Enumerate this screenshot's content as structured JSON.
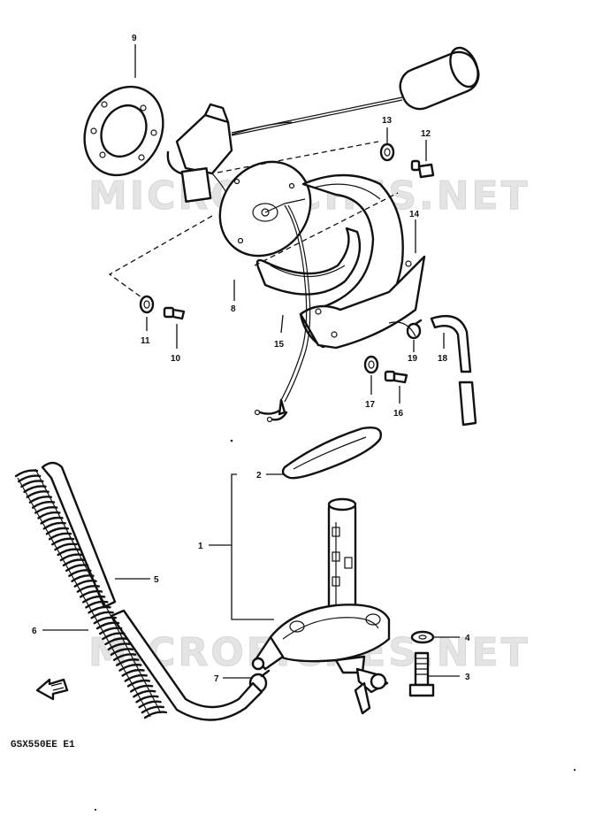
{
  "diagram": {
    "watermark": "MICROFICHES.NET",
    "model_code": "GSX550EE E1",
    "callouts": {
      "c1": "1",
      "c2": "2",
      "c3": "3",
      "c4": "4",
      "c5": "5",
      "c6": "6",
      "c7": "7",
      "c8": "8",
      "c9": "9",
      "c10": "10",
      "c11": "11",
      "c12": "12",
      "c13": "13",
      "c14": "14",
      "c15": "15",
      "c16": "16",
      "c17": "17",
      "c18": "18",
      "c19": "19"
    }
  }
}
